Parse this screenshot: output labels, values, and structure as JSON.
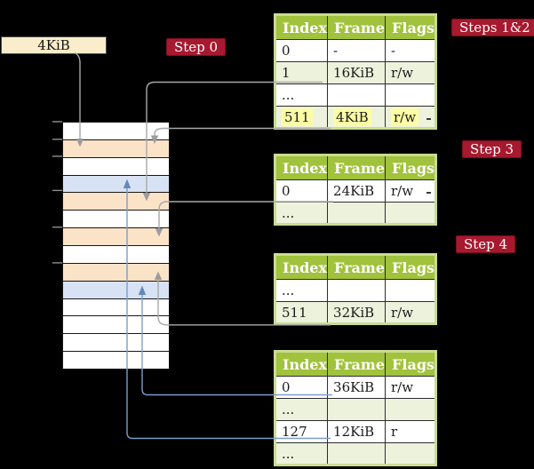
{
  "title_box": {
    "label": "4KiB"
  },
  "step_labels": [
    {
      "id": "step0",
      "text": "Step 0"
    },
    {
      "id": "steps12",
      "text": "Steps 1&2"
    },
    {
      "id": "step3",
      "text": "Step 3"
    },
    {
      "id": "step4",
      "text": "Step 4"
    }
  ],
  "memory_column": {
    "rows": [
      "white",
      "orange",
      "white",
      "blue",
      "orange",
      "white",
      "orange",
      "white",
      "orange",
      "blue",
      "white",
      "white",
      "white",
      "white"
    ]
  },
  "tables": [
    {
      "name": "page-table-steps12",
      "headers": [
        "Index",
        "Frame",
        "Flags"
      ],
      "rows": [
        {
          "cells": [
            "0",
            "-",
            "-"
          ],
          "highlight": false
        },
        {
          "cells": [
            "1",
            "16KiB",
            "r/w"
          ],
          "highlight": false
        },
        {
          "cells": [
            "...",
            "",
            ""
          ],
          "highlight": false
        },
        {
          "cells": [
            "511",
            "4KiB",
            "r/w"
          ],
          "highlight": true
        }
      ]
    },
    {
      "name": "page-table-step3",
      "headers": [
        "Index",
        "Frame",
        "Flags"
      ],
      "rows": [
        {
          "cells": [
            "0",
            "24KiB",
            "r/w"
          ],
          "highlight": false
        },
        {
          "cells": [
            "...",
            "",
            ""
          ],
          "highlight": false
        }
      ]
    },
    {
      "name": "page-table-step4",
      "headers": [
        "Index",
        "Frame",
        "Flags"
      ],
      "rows": [
        {
          "cells": [
            "...",
            "",
            ""
          ],
          "highlight": false
        },
        {
          "cells": [
            "511",
            "32KiB",
            "r/w"
          ],
          "highlight": false
        }
      ]
    },
    {
      "name": "page-table-final",
      "headers": [
        "Index",
        "Frame",
        "Flags"
      ],
      "rows": [
        {
          "cells": [
            "0",
            "36KiB",
            "r/w"
          ],
          "highlight": false
        },
        {
          "cells": [
            "...",
            "",
            ""
          ],
          "highlight": false
        },
        {
          "cells": [
            "127",
            "12KiB",
            "r"
          ],
          "highlight": false
        },
        {
          "cells": [
            "...",
            "",
            ""
          ],
          "highlight": false
        }
      ]
    }
  ],
  "colors": {
    "accent_red": "#A6192E",
    "header_green": "#A1C23C",
    "row_green": "#EDF2DD",
    "border_green": "#C9DC93",
    "frame_orange": "#FBE3C8",
    "frame_blue": "#D7E3F4",
    "highlight_yellow": "#FCFCA5",
    "box_cream": "#FAEDCB",
    "arrow_gray": "#A8A8A8",
    "arrow_blue": "#7D9CC8"
  }
}
